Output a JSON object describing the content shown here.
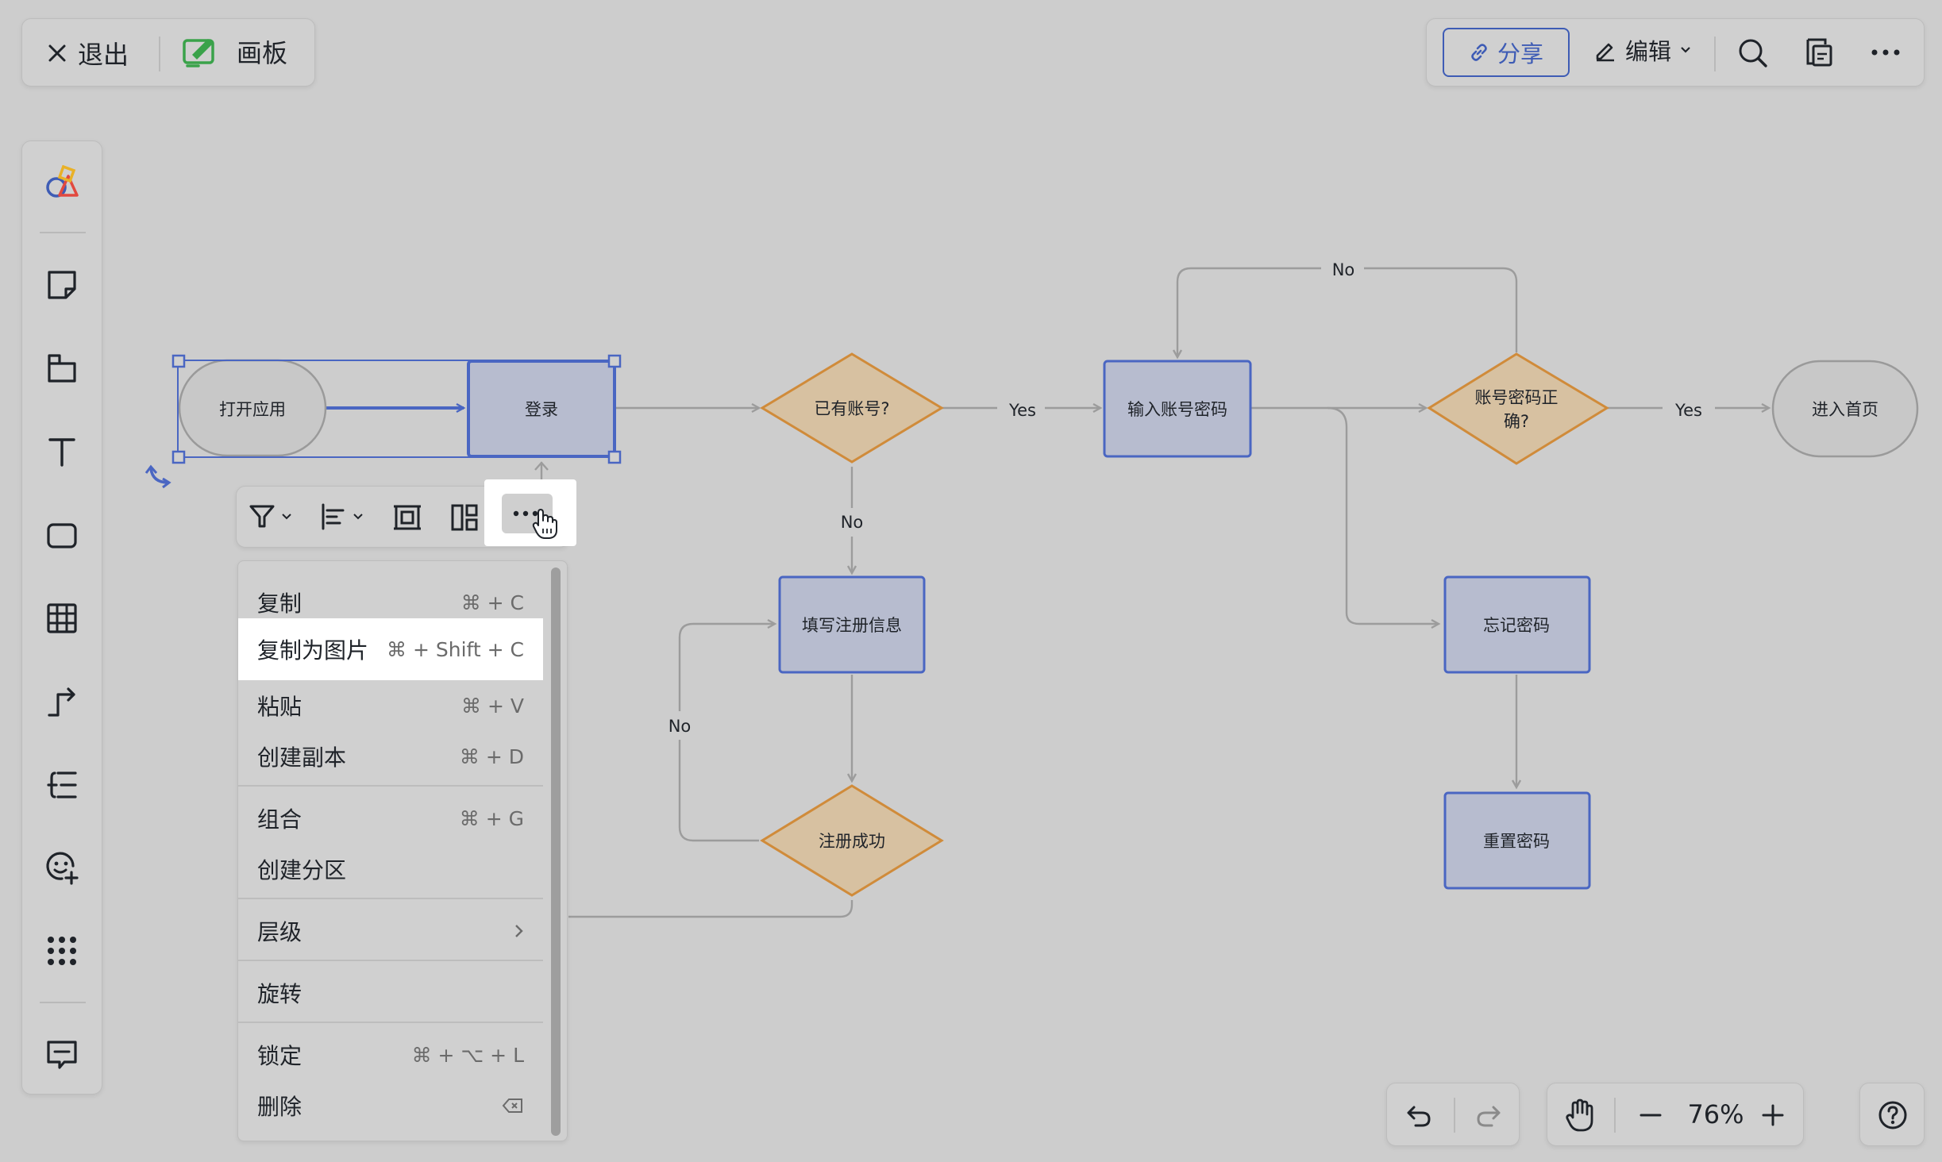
{
  "topbar_left": {
    "exit_label": "退出",
    "board_label": "画板"
  },
  "topbar_right": {
    "share_label": "分享",
    "edit_label": "编辑"
  },
  "colors": {
    "accent": "#3e5cb5",
    "node_blue_fill": "#b7bccf",
    "node_blue_stroke": "#4a66c2",
    "decision_fill": "#d7c1a1",
    "decision_stroke": "#d08b3a",
    "terminal_fill": "#c8c8c8",
    "terminal_stroke": "#9a9a9a",
    "connector": "#9c9c9c"
  },
  "flowchart": {
    "nodes": {
      "open_app": "打开应用",
      "login": "登录",
      "has_account": "已有账号?",
      "input_credentials": "输入账号密码",
      "password_correct_line1": "账号密码正",
      "password_correct_line2": "确?",
      "home": "进入首页",
      "register_info": "填写注册信息",
      "register_success": "注册成功",
      "forgot_password": "忘记密码",
      "reset_password": "重置密码"
    },
    "edge_labels": {
      "yes_1": "Yes",
      "yes_2": "Yes",
      "no_down": "No",
      "no_loop": "No",
      "no_top": "No"
    }
  },
  "context_menu": {
    "items": [
      {
        "label": "复制",
        "shortcut": "⌘ + C"
      },
      {
        "label": "复制为图片",
        "shortcut": "⌘ + Shift + C",
        "highlighted": true
      },
      {
        "label": "粘贴",
        "shortcut": "⌘ + V"
      },
      {
        "label": "创建副本",
        "shortcut": "⌘ + D"
      },
      {
        "label": "组合",
        "shortcut": "⌘ + G"
      },
      {
        "label": "创建分区",
        "shortcut": ""
      },
      {
        "label": "层级",
        "shortcut": ""
      },
      {
        "label": "旋转",
        "shortcut": ""
      },
      {
        "label": "锁定",
        "shortcut": "⌘ + ⌥ + L"
      },
      {
        "label": "删除",
        "shortcut": ""
      }
    ]
  },
  "zoom": {
    "level": "76%"
  },
  "left_toolbar": {
    "tools": [
      "shapes-library-icon",
      "sticky-note-icon",
      "section-icon",
      "text-icon",
      "rectangle-icon",
      "table-icon",
      "connector-icon",
      "mindmap-icon",
      "sticker-icon",
      "more-apps-icon",
      "comment-icon"
    ]
  }
}
